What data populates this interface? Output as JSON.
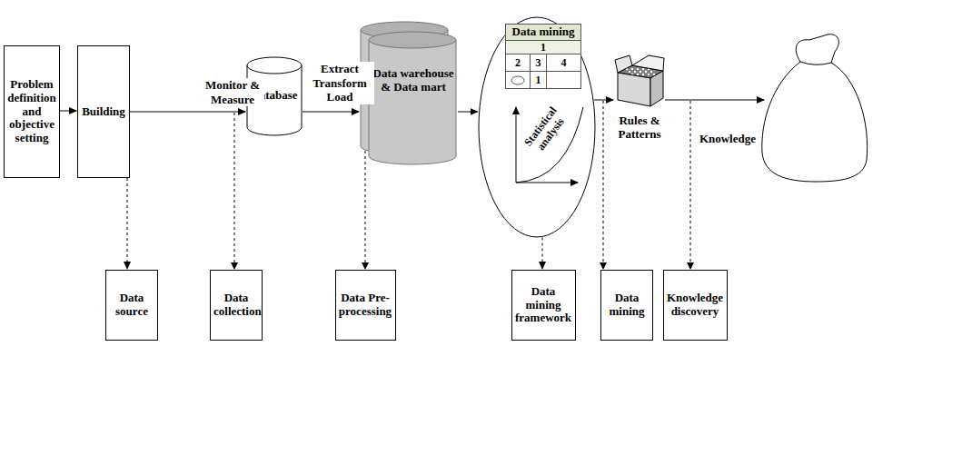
{
  "diagram": {
    "nodes": [
      {
        "text": [
          "Problem definition and objective setting"
        ]
      },
      {
        "text": [
          "Building"
        ]
      },
      {
        "text": [
          "Database"
        ]
      },
      {
        "text": [
          "Data warehouse & Data mart"
        ]
      },
      {
        "text": [
          "Statistical analysis"
        ]
      },
      {
        "text": [
          "Data mining"
        ],
        "in": 4
      },
      {
        "text": [
          "Rules & Patterns"
        ]
      },
      {
        "text": [
          "Knowledge"
        ]
      },
      {
        "text": [
          "Data source"
        ]
      },
      {
        "text": [
          "Data collection"
        ]
      },
      {
        "text": [
          "Data Pre-processing"
        ]
      },
      {
        "text": [
          "Data mining framework"
        ]
      },
      {
        "text": [
          "Data mining"
        ]
      },
      {
        "text": [
          "Knowledge discovery"
        ]
      }
    ],
    "edges": [
      {
        "from": 0,
        "to": 1,
        "arrow": "to"
      },
      {
        "from": 1,
        "to": 2,
        "label": "Monitor & Measure",
        "arrow": "to"
      },
      {
        "from": 2,
        "to": 3,
        "label": "Extract Transform Load",
        "arrow": "to"
      },
      {
        "from": 3,
        "to": 4,
        "arrow": "to"
      },
      {
        "from": 4,
        "to": 6,
        "arrow": "to"
      },
      {
        "from": 6,
        "to": 7,
        "arrow": "to"
      },
      {
        "from": 1,
        "to": 8,
        "arrow": "to"
      },
      {
        "from": 4,
        "to": 11,
        "arrow": "to"
      }
    ],
    "labels": [
      "1",
      "2",
      "3",
      "4",
      "1"
    ]
  }
}
